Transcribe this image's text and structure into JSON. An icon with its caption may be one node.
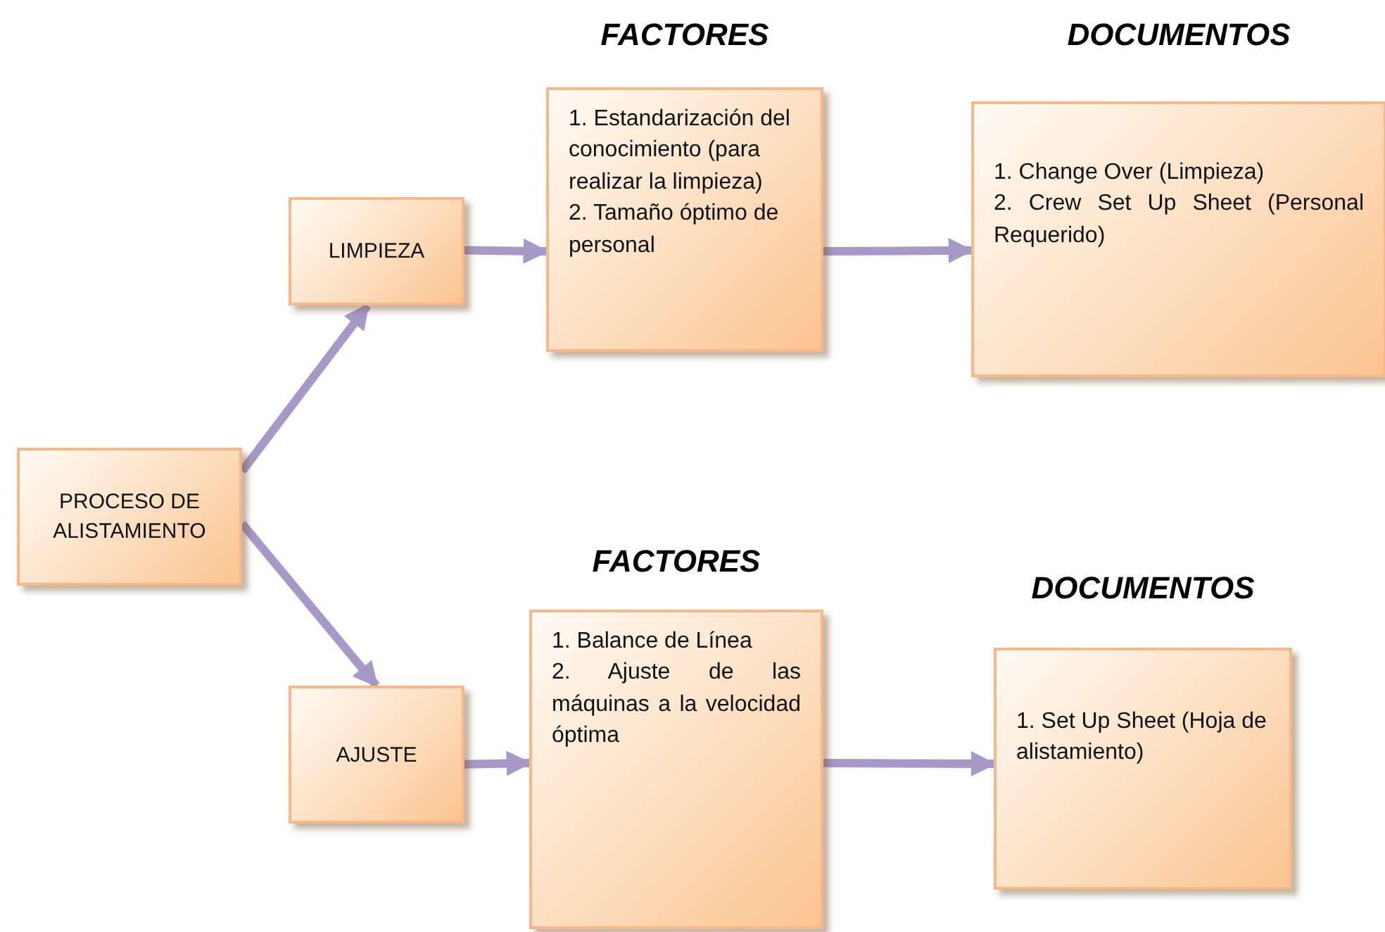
{
  "diagram": {
    "nodes": [
      {
        "text": [
          "PROCESO DE ALISTAMIENTO"
        ]
      },
      {
        "text": [
          "LIMPIEZA"
        ]
      },
      {
        "text": [
          "FACTORES",
          "1. Estandarización del conocimiento (para realizar la limpieza)",
          "2. Tamaño óptimo de personal"
        ]
      },
      {
        "text": [
          "DOCUMENTOS",
          "1. Change Over (Limpieza)",
          "2. Crew Set Up Sheet (Personal Requerido)"
        ]
      },
      {
        "text": [
          "AJUSTE"
        ]
      },
      {
        "text": [
          "FACTORES",
          "1. Balance de Línea",
          "2. Ajuste de las máquinas a la velocidad óptima"
        ]
      },
      {
        "text": [
          "DOCUMENTOS",
          "1. Set Up Sheet (Hoja de alistamiento)"
        ]
      }
    ],
    "edges": [
      {
        "from": 0,
        "to": 1,
        "arrow": "to"
      },
      {
        "from": 0,
        "to": 4,
        "arrow": "to"
      },
      {
        "from": 1,
        "to": 2,
        "arrow": "to"
      },
      {
        "from": 2,
        "to": 3,
        "arrow": "to"
      },
      {
        "from": 4,
        "to": 5,
        "arrow": "to"
      },
      {
        "from": 5,
        "to": 6,
        "arrow": "to"
      }
    ]
  }
}
